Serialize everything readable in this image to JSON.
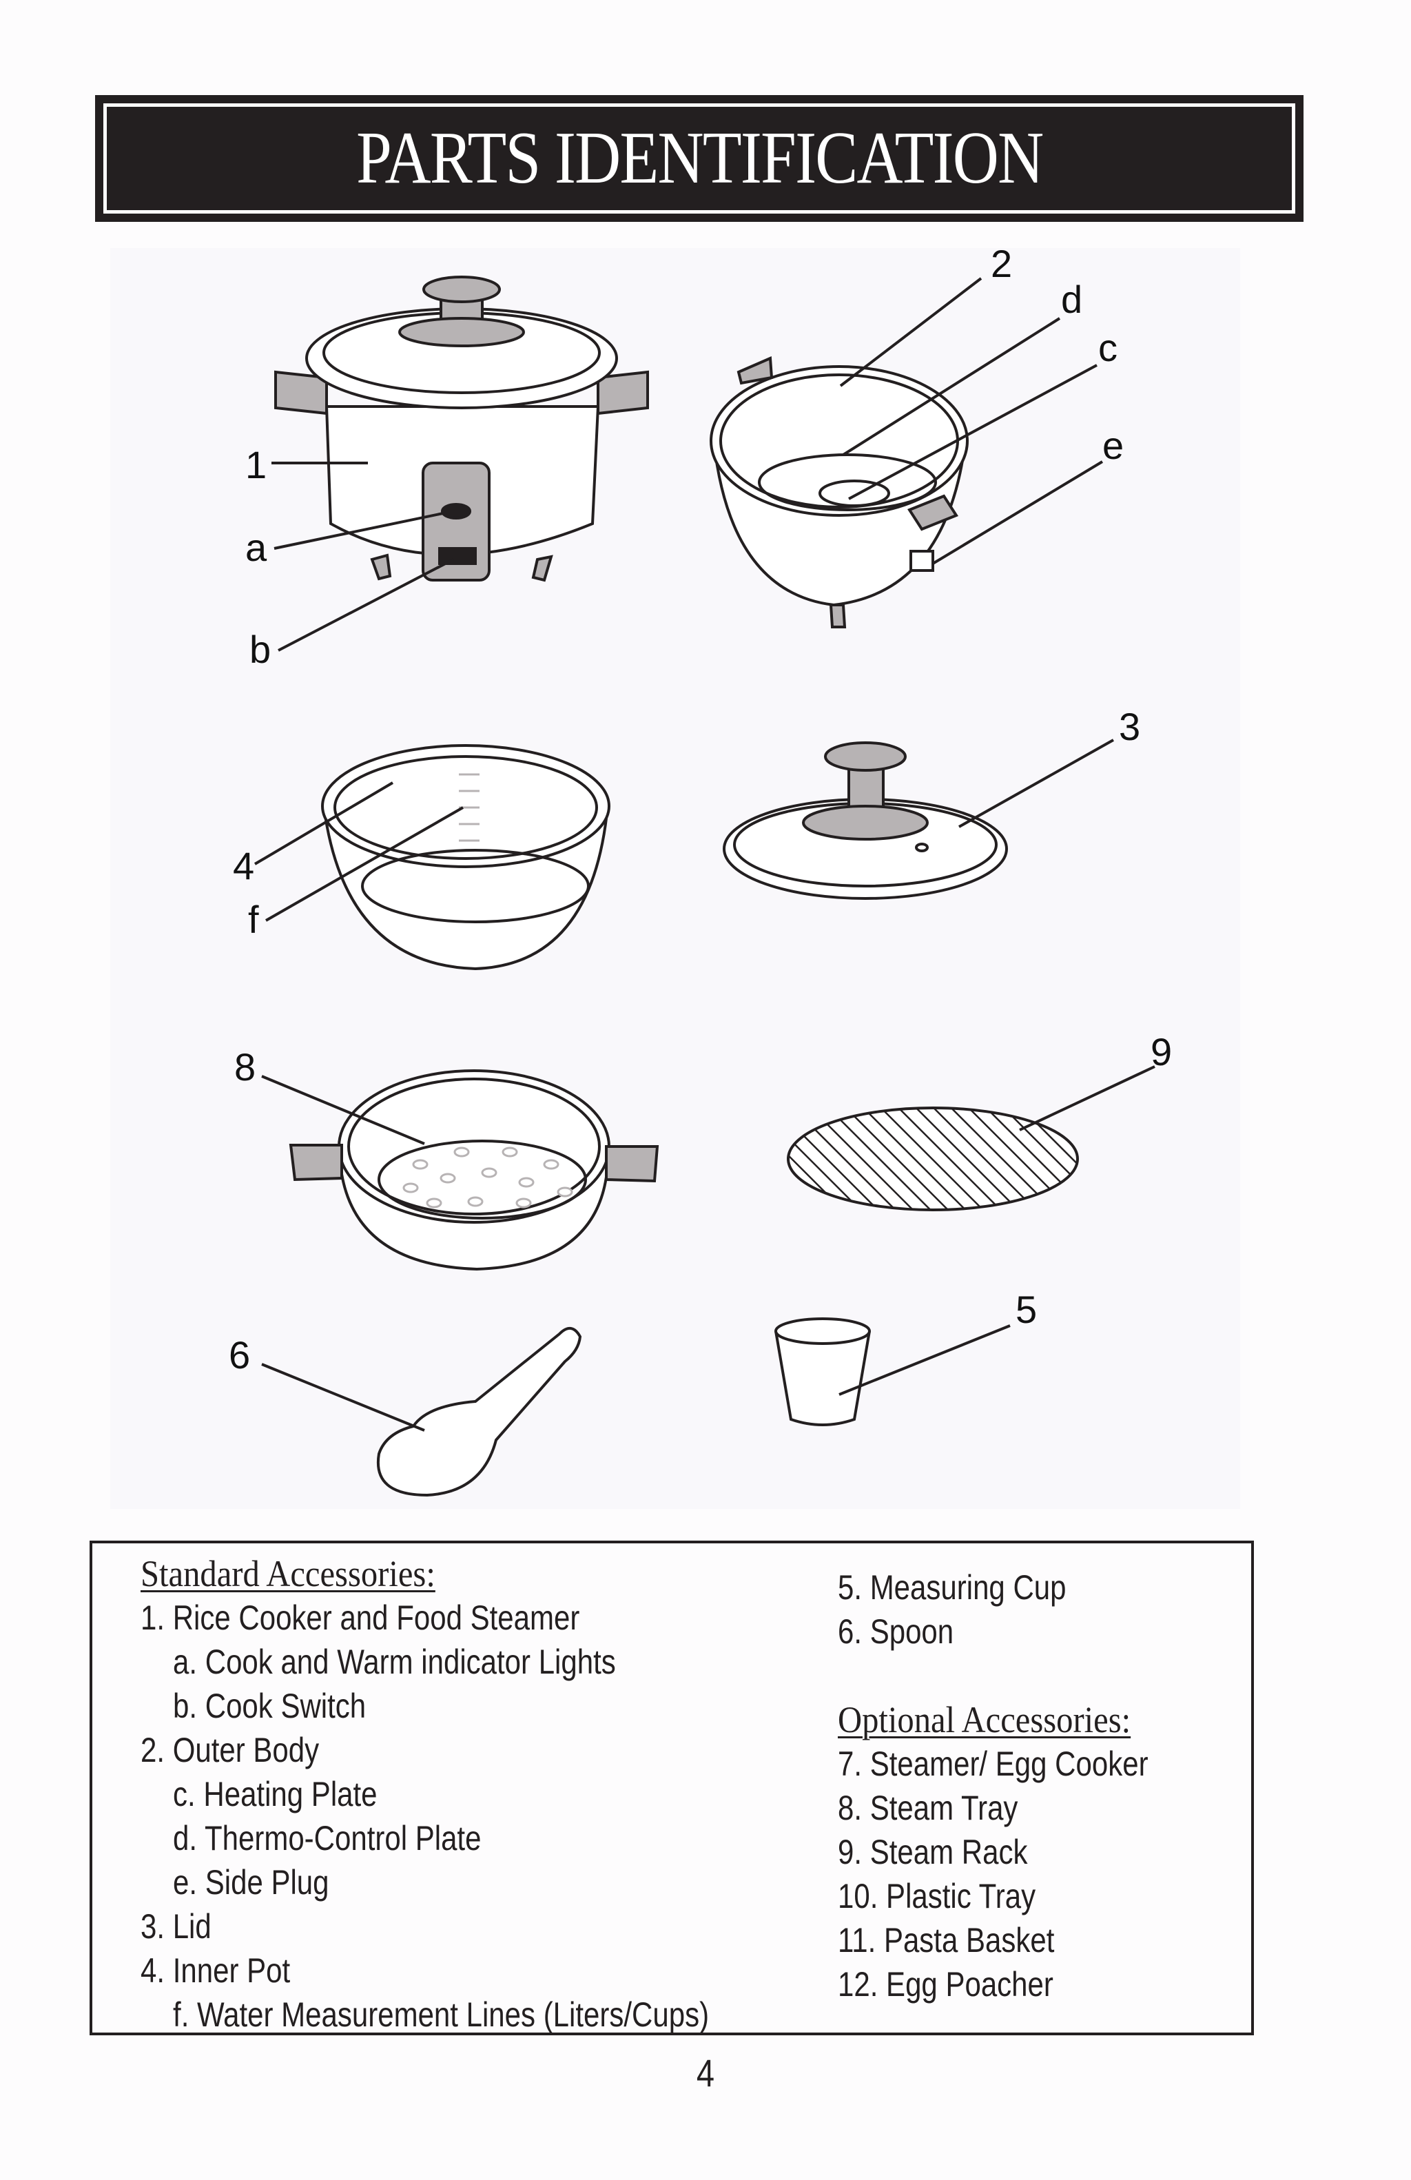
{
  "title": "PARTS IDENTIFICATION",
  "callouts": {
    "c1": "1",
    "ca": "a",
    "cb": "b",
    "c2": "2",
    "cd": "d",
    "cc": "c",
    "ce": "e",
    "c3": "3",
    "c4": "4",
    "cf": "f",
    "c8": "8",
    "c9": "9",
    "c6": "6",
    "c5": "5"
  },
  "legend": {
    "standard_heading": "Standard Accessories:",
    "standard_items": [
      "1. Rice Cooker and Food Steamer",
      "a. Cook and Warm indicator Lights",
      "b. Cook Switch",
      "2. Outer Body",
      "c. Heating Plate",
      "d. Thermo-Control Plate",
      "e. Side Plug",
      "3. Lid",
      "4. Inner Pot",
      "f. Water Measurement Lines (Liters/Cups)"
    ],
    "right_items": [
      "5. Measuring Cup",
      "6. Spoon"
    ],
    "optional_heading": "Optional Accessories:",
    "optional_items": [
      "7. Steamer/ Egg Cooker",
      "8. Steam Tray",
      "9. Steam Rack",
      "10. Plastic Tray",
      "11. Pasta Basket",
      "12. Egg Poacher"
    ]
  },
  "page_number": "4"
}
